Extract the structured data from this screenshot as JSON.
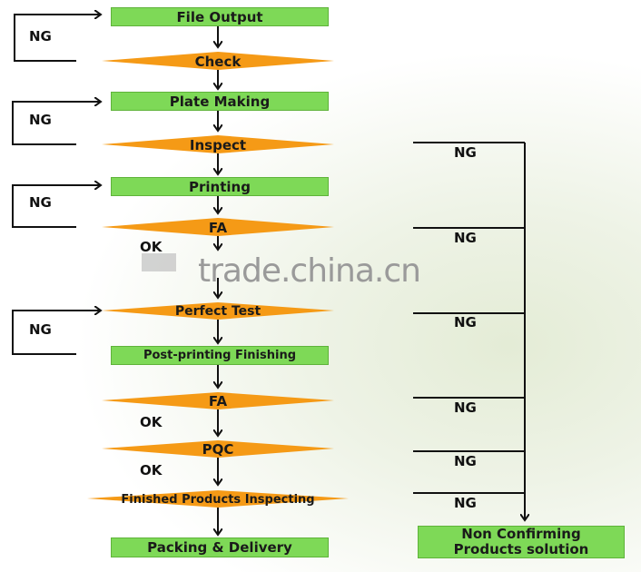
{
  "steps": {
    "file_output": "File Output",
    "check": "Check",
    "plate_making": "Plate Making",
    "inspect": "Inspect",
    "printing": "Printing",
    "fa1": "FA",
    "perfect_test": "Perfect Test",
    "post_printing": "Post-printing Finishing",
    "fa2": "FA",
    "pqc": "PQC",
    "finished_inspecting": "Finished Products Inspecting",
    "packing": "Packing & Delivery"
  },
  "ng_label": "NG",
  "ok_label": "OK",
  "nonconfirm": {
    "line1": "Non Confirming",
    "line2": "Products solution"
  },
  "watermark": "trade.china.cn",
  "colors": {
    "box": "#7ed957",
    "diamond": "#f59a16",
    "line": "#111111"
  }
}
